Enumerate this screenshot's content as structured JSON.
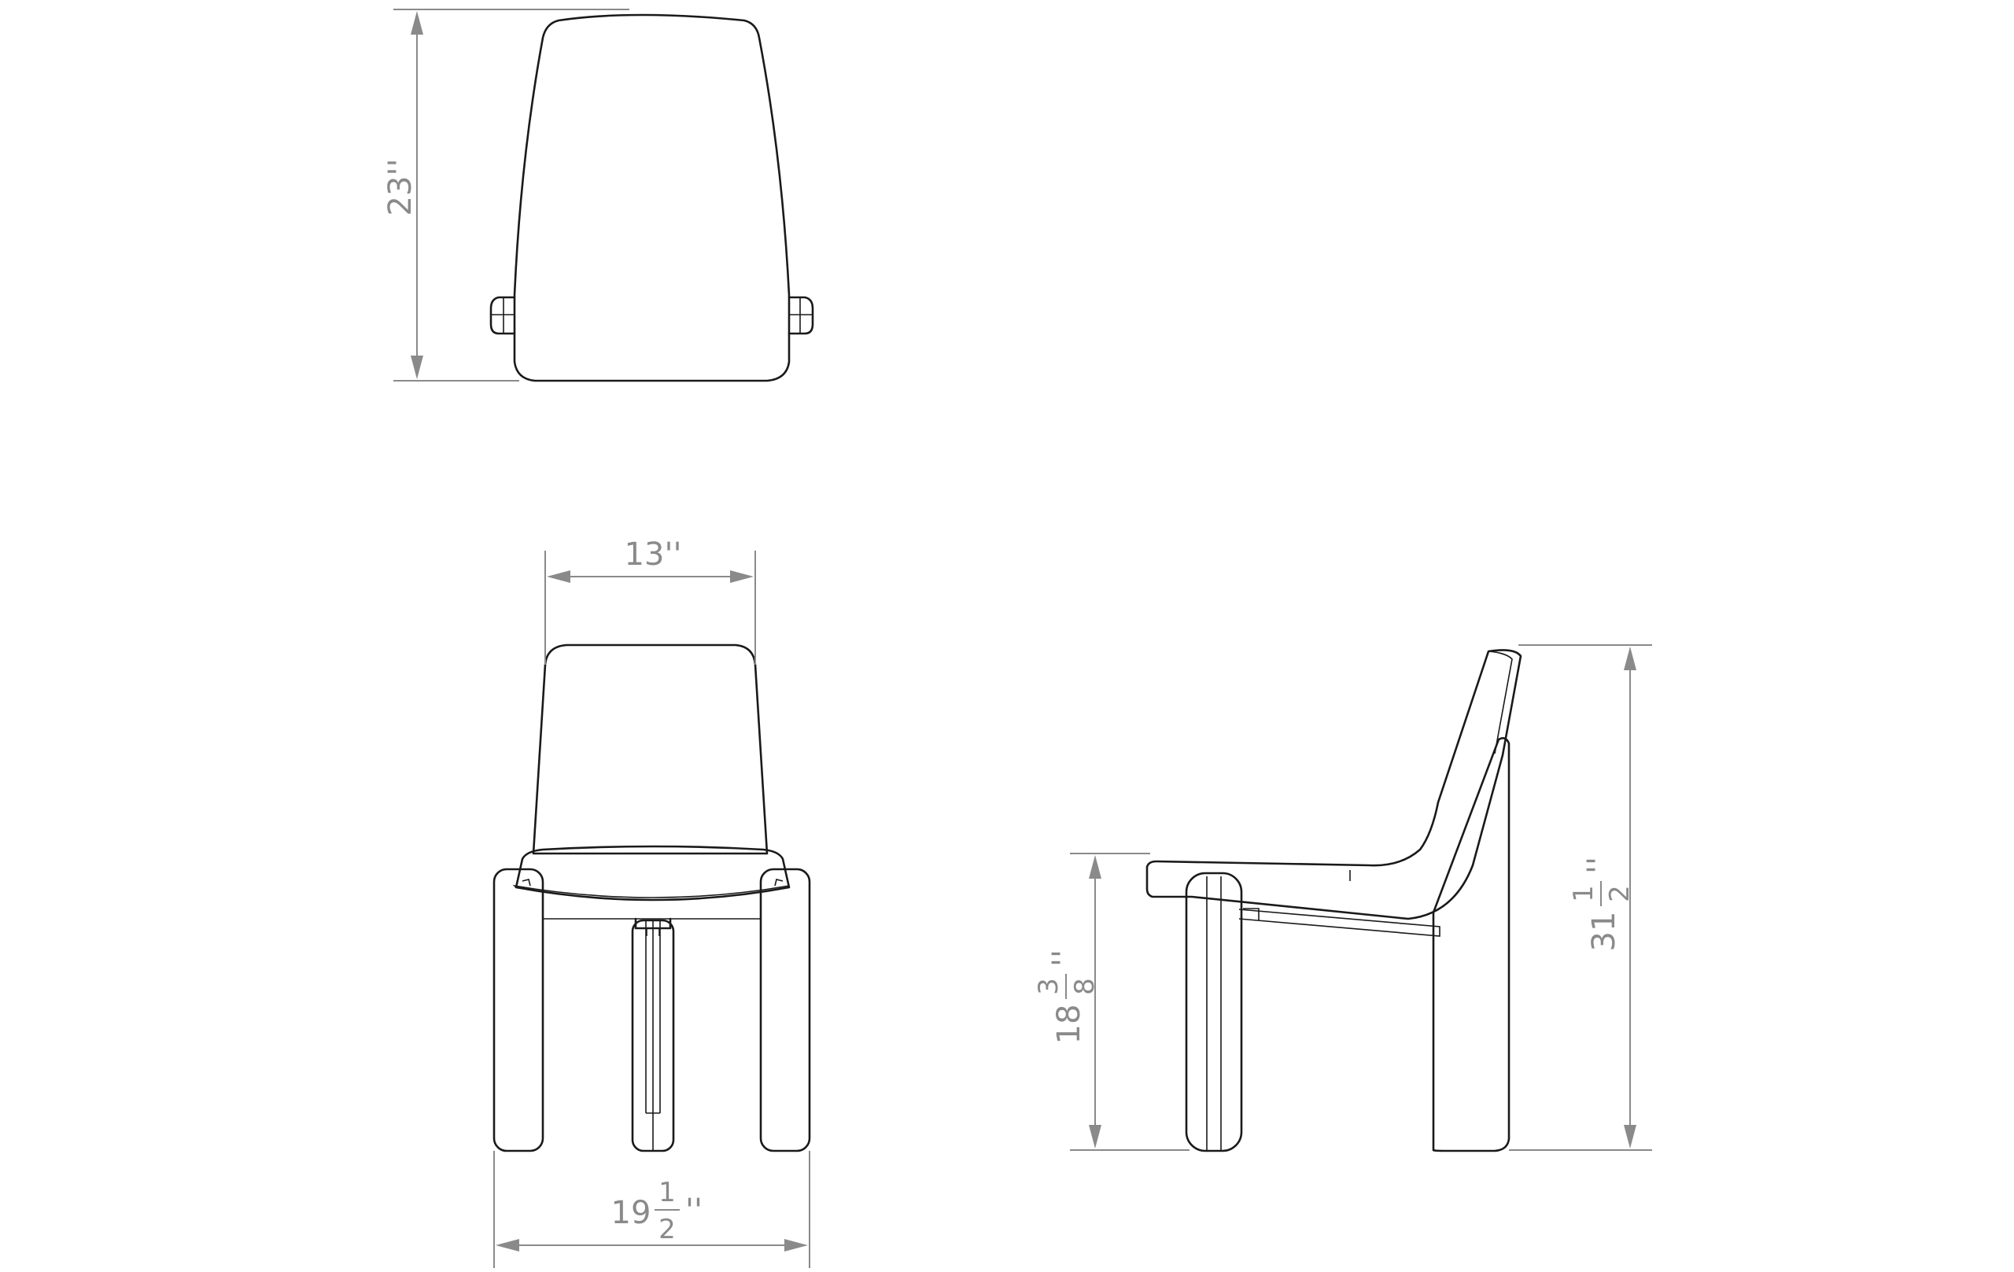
{
  "dimensions": {
    "depth": "23''",
    "back_width": "13''",
    "overall_width": {
      "whole": "19",
      "numerator": "1",
      "denominator": "2",
      "unit": "''"
    },
    "seat_height": {
      "whole": "18",
      "numerator": "3",
      "denominator": "8",
      "unit": "''"
    },
    "overall_height": {
      "whole": "31",
      "numerator": "1",
      "denominator": "2",
      "unit": "''"
    }
  },
  "colors": {
    "line": "#1a1a1a",
    "dimension": "#8a8a8a",
    "background": "#ffffff"
  }
}
